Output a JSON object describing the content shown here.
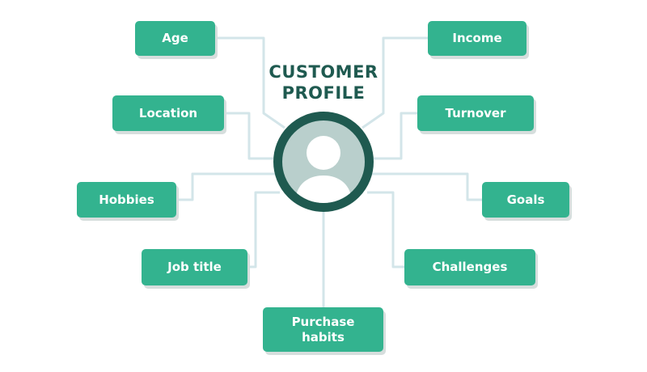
{
  "diagram": {
    "title_line1": "CUSTOMER",
    "title_line2": "PROFILE",
    "nodes": {
      "age": "Age",
      "location": "Location",
      "hobbies": "Hobbies",
      "job_title": "Job title",
      "purchase_line1": "Purchase",
      "purchase_line2": "habits",
      "challenges": "Challenges",
      "goals": "Goals",
      "turnover": "Turnover",
      "income": "Income"
    },
    "colors": {
      "node_fill": "#33b38f",
      "title": "#1f5a50",
      "connector": "#d3e5e9",
      "avatar_ring": "#1f5a50",
      "avatar_bg": "#b9cfcc"
    },
    "avatar_icon": "person-icon"
  }
}
